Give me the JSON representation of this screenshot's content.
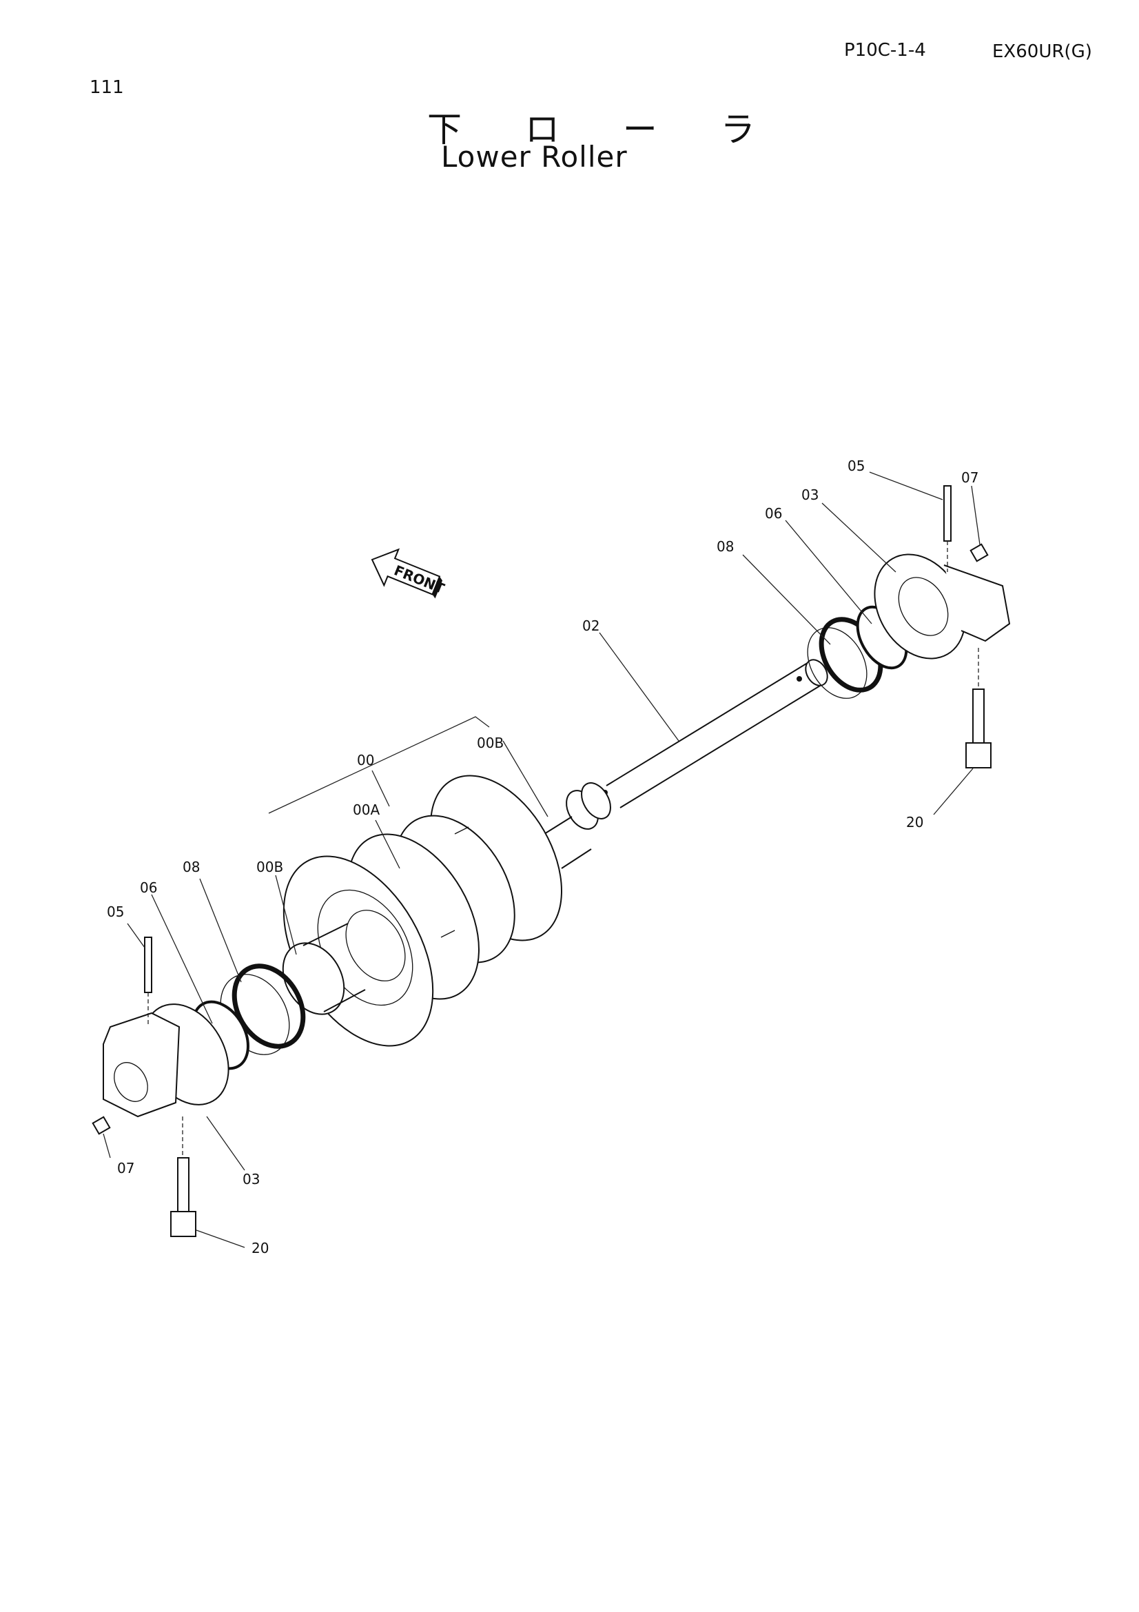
{
  "header": {
    "page_code": "P10C-1-4",
    "model": "EX60UR(G)",
    "page_number": "111"
  },
  "title": {
    "japanese": "下 ロ ー ラ",
    "english": "Lower Roller"
  },
  "front_marker": "FRONT",
  "callouts": {
    "c00": "00",
    "c00a": "00A",
    "c00b_top": "00B",
    "c00b_left": "00B",
    "c02": "02",
    "c03_right": "03",
    "c03_left": "03",
    "c05_right": "05",
    "c05_left": "05",
    "c06_right": "06",
    "c06_left": "06",
    "c07_right": "07",
    "c07_left": "07",
    "c08_right": "08",
    "c08_left": "08",
    "c20_right": "20",
    "c20_left": "20"
  }
}
